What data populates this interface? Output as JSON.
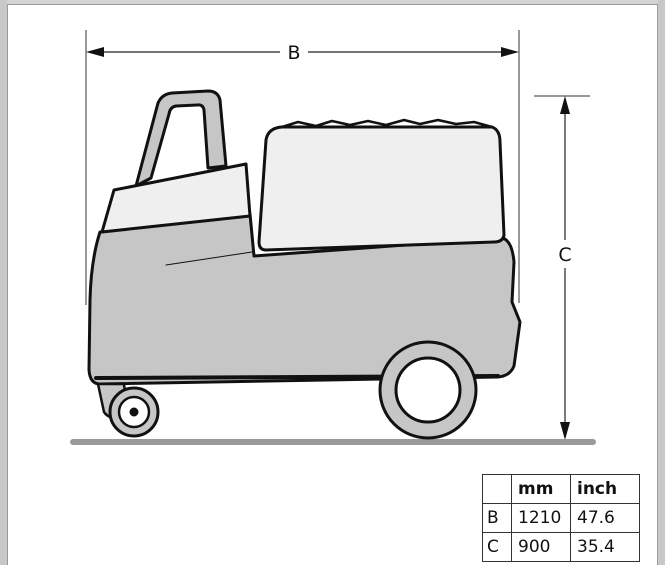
{
  "figure": {
    "labels": {
      "width": "B",
      "height": "C"
    }
  },
  "table": {
    "headers": [
      "",
      "mm",
      "inch"
    ],
    "rows": [
      [
        "B",
        "1210",
        "47.6"
      ],
      [
        "C",
        "900",
        "35.4"
      ]
    ]
  },
  "colors": {
    "body_fill": "#c6c6c6",
    "light_fill": "#efefef",
    "outline": "#111111",
    "floor": "#9a9a9a",
    "frame": "#c8c8c8"
  }
}
